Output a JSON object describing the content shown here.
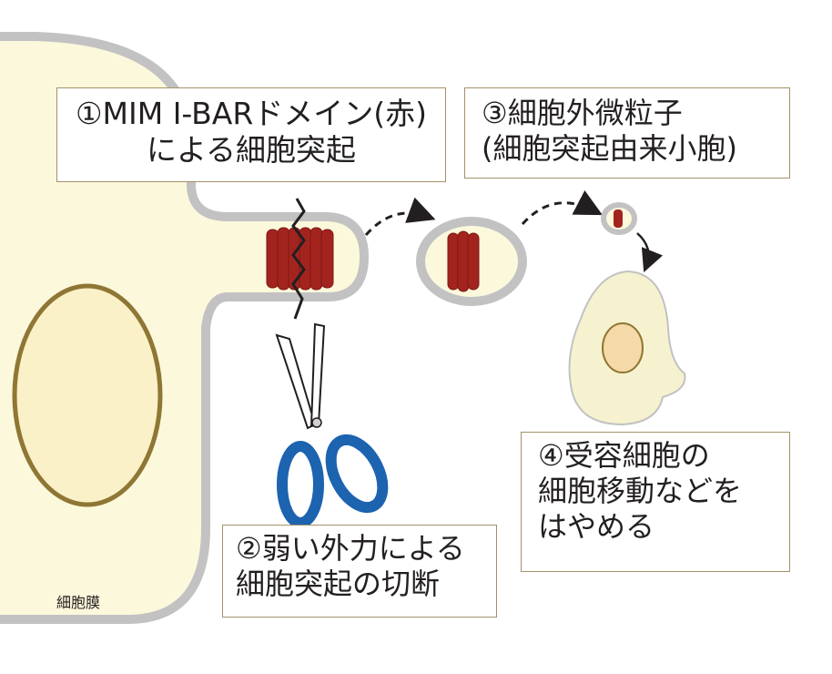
{
  "labels": {
    "step1": {
      "line1": "①MIM I-BARドメイン(赤)",
      "line2": "による細胞突起"
    },
    "step2": {
      "line1": "②弱い外力による",
      "line2": "細胞突起の切断"
    },
    "step3": {
      "line1": "③細胞外微粒子",
      "line2": "(細胞突起由来小胞)"
    },
    "step4": {
      "line1": "④受容細胞の",
      "line2": "細胞移動などを",
      "line3": "はやめる"
    },
    "membrane": "細胞膜"
  },
  "colors": {
    "cytoplasm": "#fcf8dc",
    "membrane": "#c2c2c2",
    "nucleus_border": "#8f7634",
    "nucleus_fill": "#fbf1c8",
    "mim_ibar_protein": "#a3241f",
    "scissors_handle": "#1c63b0",
    "receiving_cell": "#f6f2cf",
    "receiving_nucleus": "#f6d9a8",
    "label_border": "#a4916a"
  },
  "icons": [
    "scissors-icon",
    "protein-coil-icon",
    "dashed-arrow-icon",
    "cut-line-icon"
  ]
}
